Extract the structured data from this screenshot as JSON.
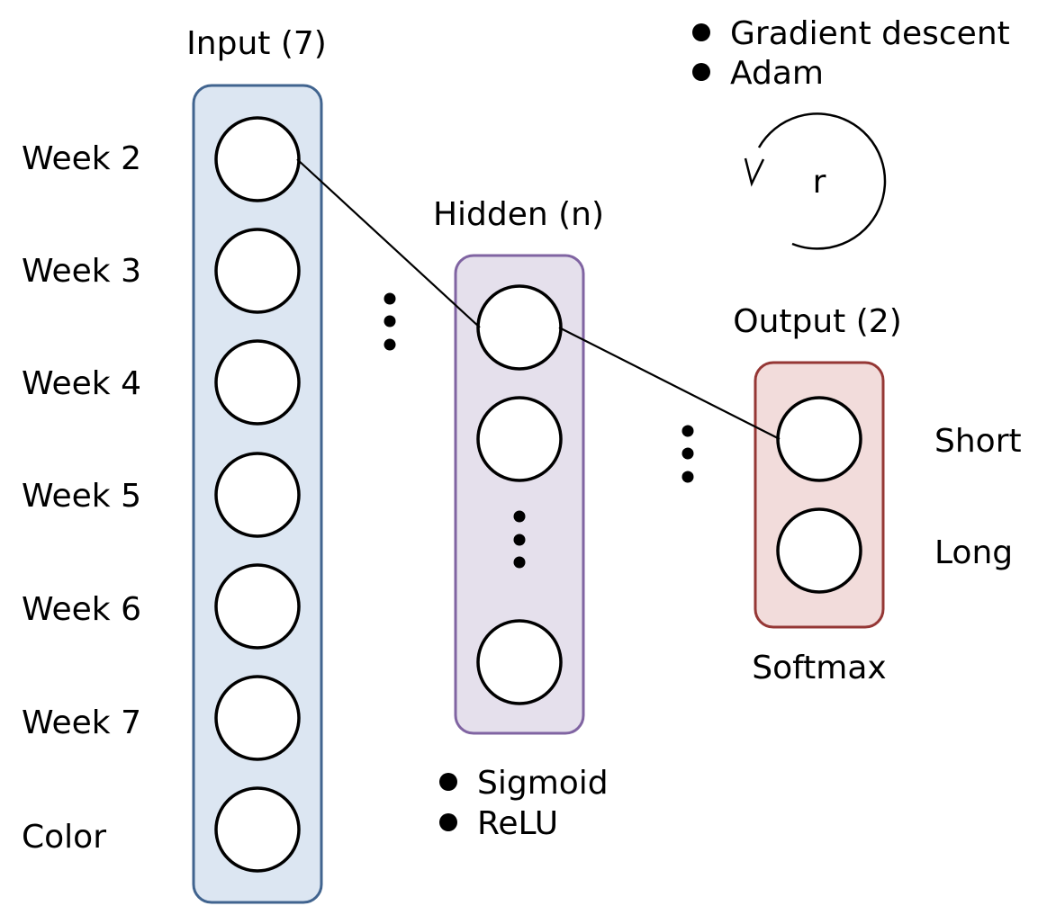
{
  "layers": {
    "input": {
      "title": "Input (7)",
      "fill": "#dce6f2",
      "stroke": "#41648f",
      "features": [
        "Week 2",
        "Week 3",
        "Week 4",
        "Week 5",
        "Week 6",
        "Week 7",
        "Color"
      ]
    },
    "hidden": {
      "title": "Hidden (n)",
      "fill": "#e5e0ec",
      "stroke": "#8064a2",
      "activations": [
        "Sigmoid",
        "ReLU"
      ]
    },
    "output": {
      "title": "Output (2)",
      "fill": "#f2dcdb",
      "stroke": "#953735",
      "classes": [
        "Short",
        "Long"
      ],
      "activation": "Softmax"
    }
  },
  "optimizers": [
    "Gradient descent",
    "Adam"
  ],
  "loop_label": "r"
}
